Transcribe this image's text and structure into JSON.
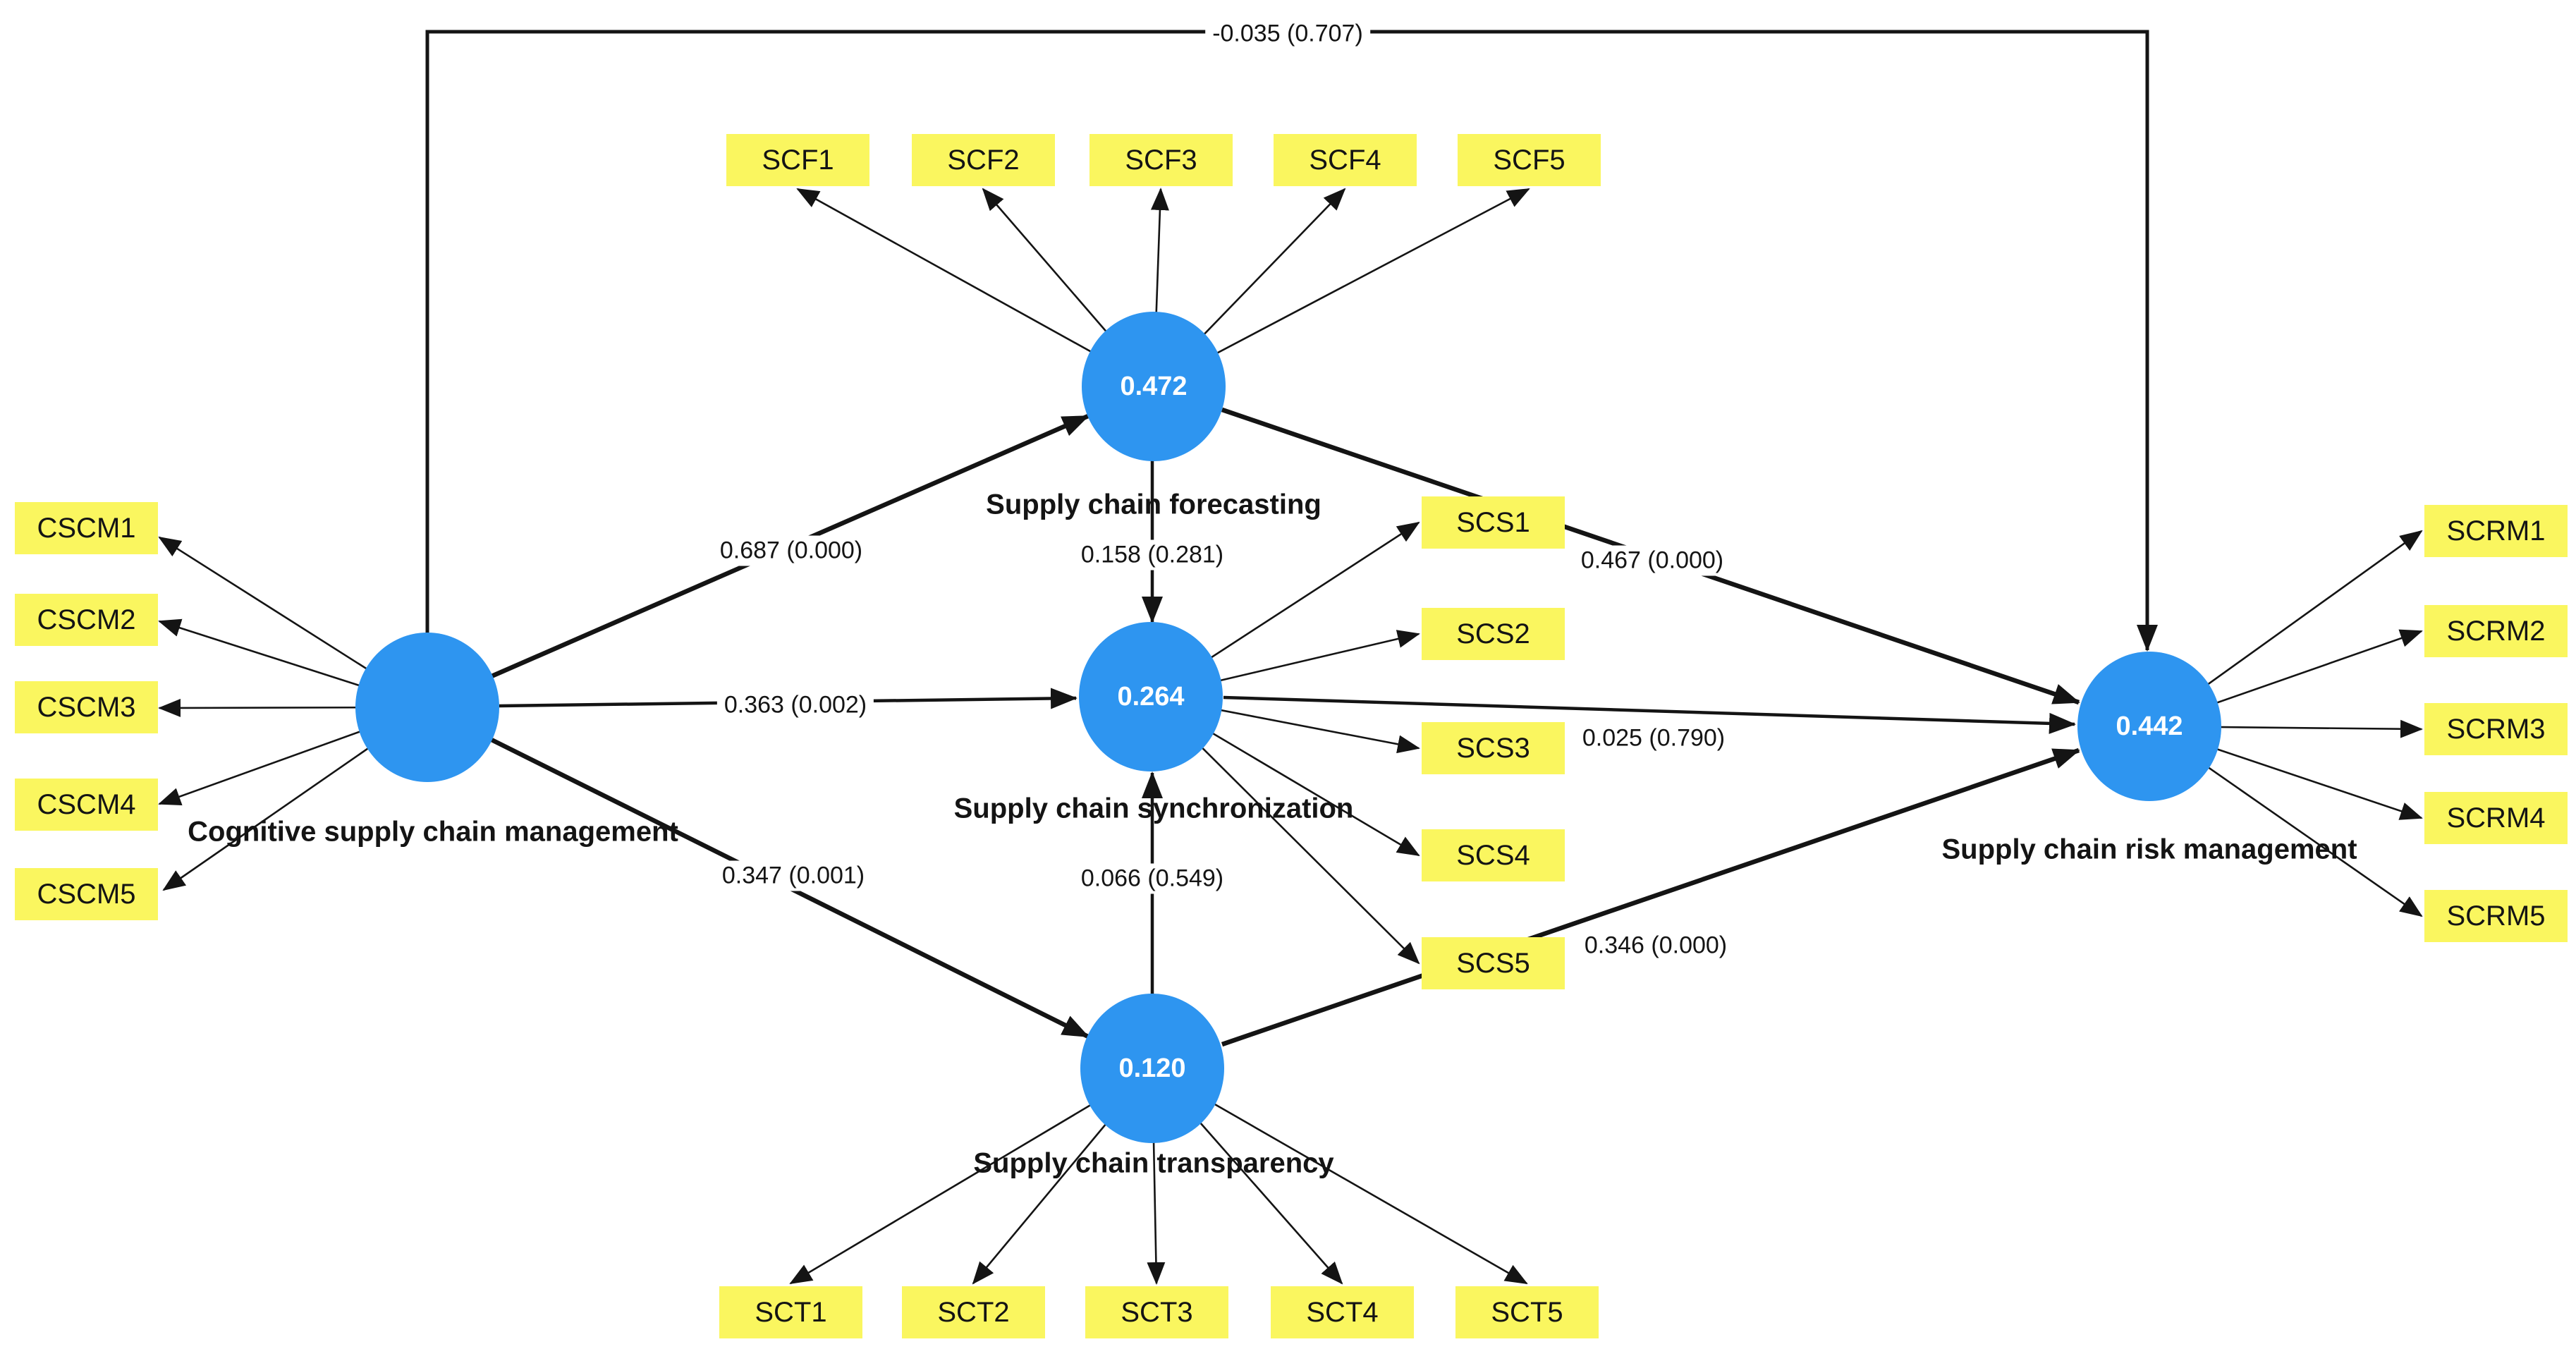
{
  "diagram": {
    "type": "structural-equation-model",
    "constructs": {
      "cscm": {
        "label": "Cognitive supply chain management",
        "value": ""
      },
      "scf": {
        "label": "Supply chain forecasting",
        "value": "0.472"
      },
      "scs": {
        "label": "Supply chain synchronization",
        "value": "0.264"
      },
      "sct": {
        "label": "Supply chain transparency",
        "value": "0.120"
      },
      "scrm": {
        "label": "Supply chain risk management",
        "value": "0.442"
      }
    },
    "indicators": {
      "cscm": [
        "CSCM1",
        "CSCM2",
        "CSCM3",
        "CSCM4",
        "CSCM5"
      ],
      "scf": [
        "SCF1",
        "SCF2",
        "SCF3",
        "SCF4",
        "SCF5"
      ],
      "scs": [
        "SCS1",
        "SCS2",
        "SCS3",
        "SCS4",
        "SCS5"
      ],
      "sct": [
        "SCT1",
        "SCT2",
        "SCT3",
        "SCT4",
        "SCT5"
      ],
      "scrm": [
        "SCRM1",
        "SCRM2",
        "SCRM3",
        "SCRM4",
        "SCRM5"
      ]
    },
    "paths": {
      "cscm_scrm": "-0.035 (0.707)",
      "cscm_scf": "0.687 (0.000)",
      "cscm_scs": "0.363 (0.002)",
      "cscm_sct": "0.347 (0.001)",
      "scf_scs": "0.158 (0.281)",
      "sct_scs": "0.066 (0.549)",
      "scf_scrm": "0.467 (0.000)",
      "scs_scrm": "0.025 (0.790)",
      "sct_scrm": "0.346 (0.000)"
    },
    "colors": {
      "construct_fill": "#2e95f0",
      "indicator_fill": "#faf65f",
      "line": "#141414",
      "value_text": "#ffffff",
      "label_text": "#141414"
    }
  }
}
